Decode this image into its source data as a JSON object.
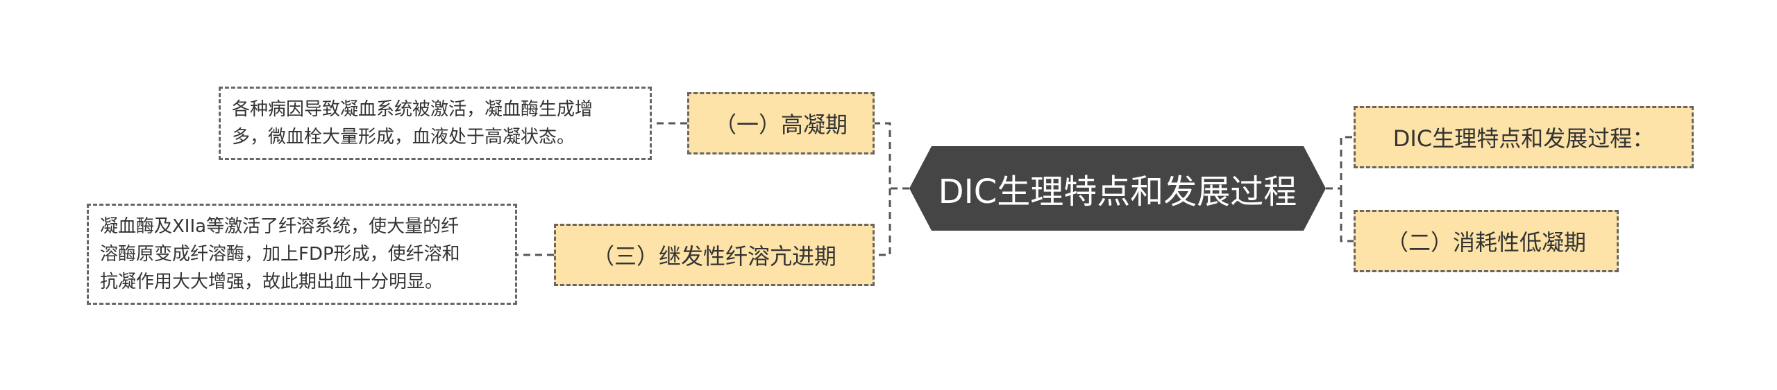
{
  "mindmap": {
    "central": "DIC生理特点和发展过程",
    "left": [
      {
        "label": "（一）高凝期",
        "note_lines": [
          "各种病因导致凝血系统被激活，凝血酶生成增",
          "多，微血栓大量形成，血液处于高凝状态。"
        ]
      },
      {
        "label": "（三）继发性纤溶亢进期",
        "note_lines": [
          "凝血酶及XIIa等激活了纤溶系统，使大量的纤",
          "溶酶原变成纤溶酶，加上FDP形成，使纤溶和",
          "抗凝作用大大增强，故此期出血十分明显。"
        ]
      }
    ],
    "right": [
      {
        "label": "DIC生理特点和发展过程："
      },
      {
        "label": "（二）消耗性低凝期"
      }
    ]
  },
  "colors": {
    "central_fill": "#454545",
    "central_text": "#ffffff",
    "branch_fill": "#fde3a7",
    "note_fill": "#ffffff",
    "border": "#666666",
    "connector": "#555555"
  }
}
